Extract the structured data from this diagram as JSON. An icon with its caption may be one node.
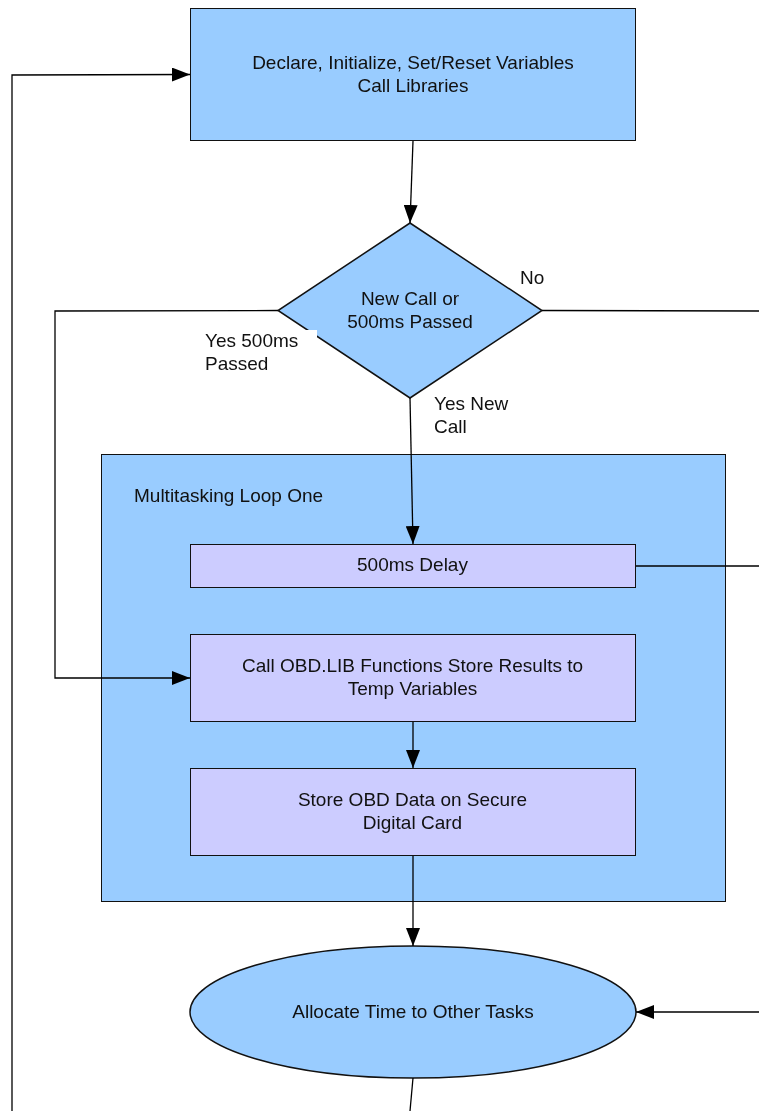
{
  "diagram": {
    "nodes": [
      {
        "text": [
          "Declare, Initialize, Set/Reset Variables Call Libraries"
        ]
      },
      {
        "text": [
          "New Call or 500ms Passed"
        ]
      },
      {
        "text": [
          "Multitasking Loop One"
        ]
      },
      {
        "text": [
          "500ms Delay"
        ],
        "in": 2
      },
      {
        "text": [
          "Call OBD.LIB Functions Store Results to Temp Variables"
        ],
        "in": 2
      },
      {
        "text": [
          "Store OBD Data on Secure Digital Card"
        ],
        "in": 2
      },
      {
        "text": [
          "Allocate Time to Other Tasks"
        ]
      }
    ],
    "edges": [
      {
        "from": 0,
        "to": 1,
        "arrow": "to"
      },
      {
        "from": 1,
        "to": 3,
        "arrow": "to",
        "label": "Yes New Call"
      },
      {
        "from": 1,
        "to": 4,
        "arrow": "to",
        "label": "Yes 500ms Passed"
      },
      {
        "from": 1,
        "to": null,
        "arrow": "none",
        "label": "No"
      },
      {
        "from": 3,
        "to": null,
        "arrow": "none"
      },
      {
        "from": null,
        "to": 6,
        "arrow": "to"
      },
      {
        "from": 4,
        "to": 5,
        "arrow": "to"
      },
      {
        "from": 5,
        "to": 6,
        "arrow": "to"
      },
      {
        "from": 6,
        "to": null,
        "arrow": "none"
      },
      {
        "from": null,
        "to": 0,
        "arrow": "to"
      }
    ]
  }
}
